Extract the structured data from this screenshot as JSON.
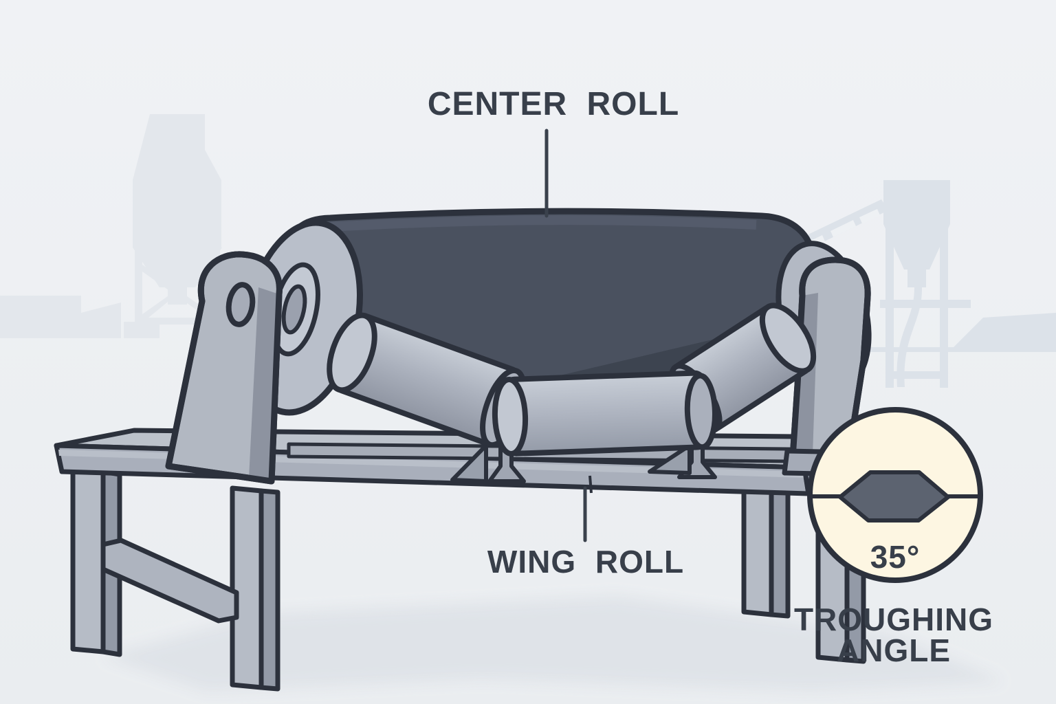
{
  "diagram": {
    "subject": "Troughing idler set of a belt conveyor on a test stand",
    "labels": {
      "center_roll": "CENTER ROLL",
      "wing_roll": "WING ROLL"
    },
    "callout": {
      "angle": "35°",
      "caption_line1": "TROUGHING",
      "caption_line2": "ANGLE"
    },
    "colors": {
      "background": "#edf0f2",
      "silhouette_left": "#e3e7ec",
      "silhouette_right": "#dce2e9",
      "ground_shadow": "#dfe3e8",
      "outline": "#2c313c",
      "drum_dark": "#4a515f",
      "drum_darker": "#3d4450",
      "metal_light": "#bcc2cb",
      "metal_mid": "#aeb4c0",
      "metal_dark": "#9298a5",
      "callout_fill": "#fdf6e2",
      "trough_section_fill": "#5c6370",
      "label_text": "#383f4a"
    }
  }
}
